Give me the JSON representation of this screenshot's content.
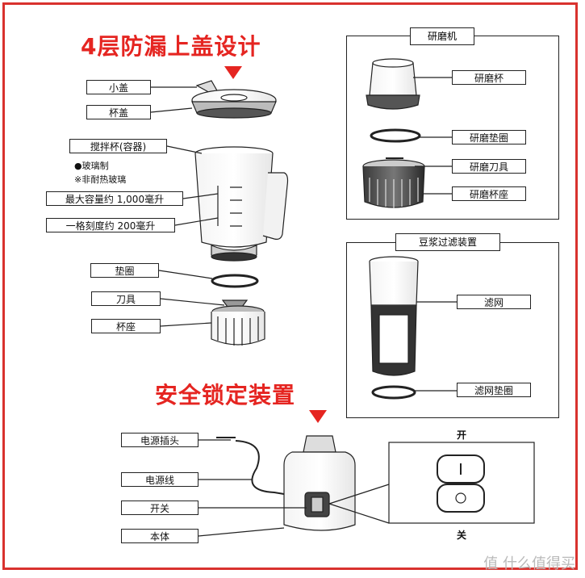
{
  "headings": {
    "lid_design": "4层防漏上盖设计",
    "safety_lock": "安全锁定装置"
  },
  "main_parts": {
    "small_lid": "小盖",
    "cup_lid": "杯盖",
    "jar": "搅拌杯(容器)",
    "glass_note": "●玻璃制",
    "non_heat_note": "※非耐热玻璃",
    "max_capacity": "最大容量约 1,000毫升",
    "scale": "一格刻度约 200毫升",
    "gasket": "垫圈",
    "blade": "刀具",
    "cup_base": "杯座"
  },
  "grinder": {
    "title": "研磨机",
    "cup": "研磨杯",
    "gasket": "研磨垫圈",
    "blade": "研磨刀具",
    "base": "研磨杯座"
  },
  "filter": {
    "title": "豆浆过滤装置",
    "mesh": "滤网",
    "mesh_gasket": "滤网垫圈"
  },
  "body_parts": {
    "plug": "电源插头",
    "cord": "电源线",
    "switch": "开关",
    "body": "本体"
  },
  "switch_detail": {
    "on": "开",
    "off": "关"
  },
  "watermark": "值 什么值得买",
  "colors": {
    "accent": "#e52521",
    "frame": "#d9322e",
    "line": "#222222"
  }
}
